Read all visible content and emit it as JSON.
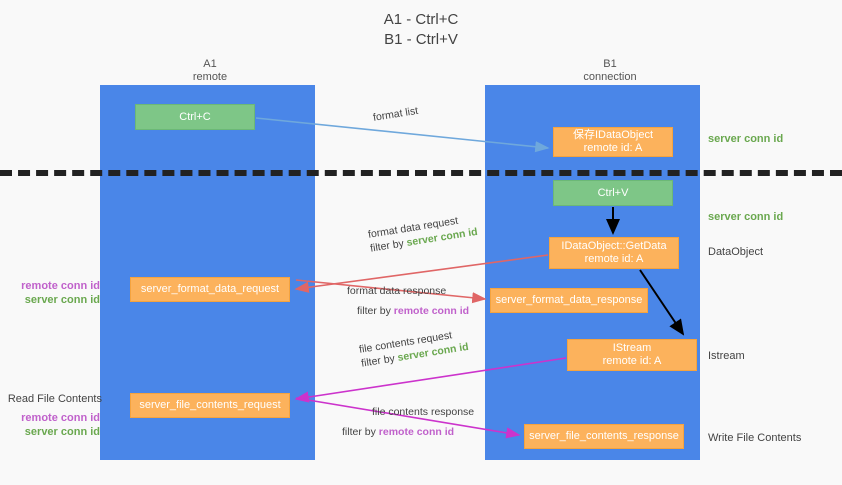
{
  "title": {
    "line1": "A1 - Ctrl+C",
    "line2": "B1 - Ctrl+V"
  },
  "columns": [
    {
      "name": "A1",
      "sub": "remote"
    },
    {
      "name": "B1",
      "sub": "connection"
    }
  ],
  "nodes": {
    "ctrl_c": {
      "label": "Ctrl+C",
      "color": "#7ec687"
    },
    "save_idataobject": {
      "line1": "保存IDataObject",
      "line2": "remote id: A",
      "color": "#fcb25c"
    },
    "ctrl_v": {
      "label": "Ctrl+V",
      "color": "#7ec687"
    },
    "getdata": {
      "line1": "IDataObject::GetData",
      "line2": "remote id: A",
      "color": "#fcb25c"
    },
    "format_data_request": {
      "label": "server_format_data_request",
      "color": "#fcb25c"
    },
    "format_data_response": {
      "label": "server_format_data_response",
      "color": "#fcb25c"
    },
    "istream": {
      "line1": "IStream",
      "line2": "remote id: A",
      "color": "#fcb25c"
    },
    "file_contents_request": {
      "label": "server_file_contents_request",
      "color": "#fcb25c"
    },
    "file_contents_response": {
      "label": "server_file_contents_response",
      "color": "#fcb25c"
    }
  },
  "edge_labels": {
    "format_list": "format list",
    "format_data_request": {
      "line1": "format data request",
      "prefix": "filter by ",
      "token": "server conn id"
    },
    "format_data_response": {
      "line1": "format data response",
      "prefix": "filter by ",
      "token": "remote conn id"
    },
    "file_contents_request": {
      "line1": "file contents request",
      "prefix": "filter by ",
      "token": "server conn id"
    },
    "file_contents_response": {
      "line1": "file contents response",
      "prefix": "filter by ",
      "token": "remote conn id"
    }
  },
  "annotations": {
    "server_conn_id_top": "server conn id",
    "server_conn_id_mid": "server conn id",
    "dataobject": "DataObject",
    "istream": "Istream",
    "write_file_contents": "Write File Contents",
    "read_file_contents": "Read File Contents",
    "remote_conn_id": "remote conn id",
    "server_conn_id": "server conn id"
  },
  "colors": {
    "lane": "#4a86e8",
    "green_node": "#7ec687",
    "orange_node": "#fcb25c",
    "green_text": "#6aa84f",
    "magenta_text": "#c061cb",
    "arrow_blue": "#6fa8dc",
    "arrow_red": "#e06666",
    "arrow_magenta": "#cc33cc",
    "arrow_black": "#000000",
    "divider": "#222222",
    "background": "#f9f9f9"
  }
}
